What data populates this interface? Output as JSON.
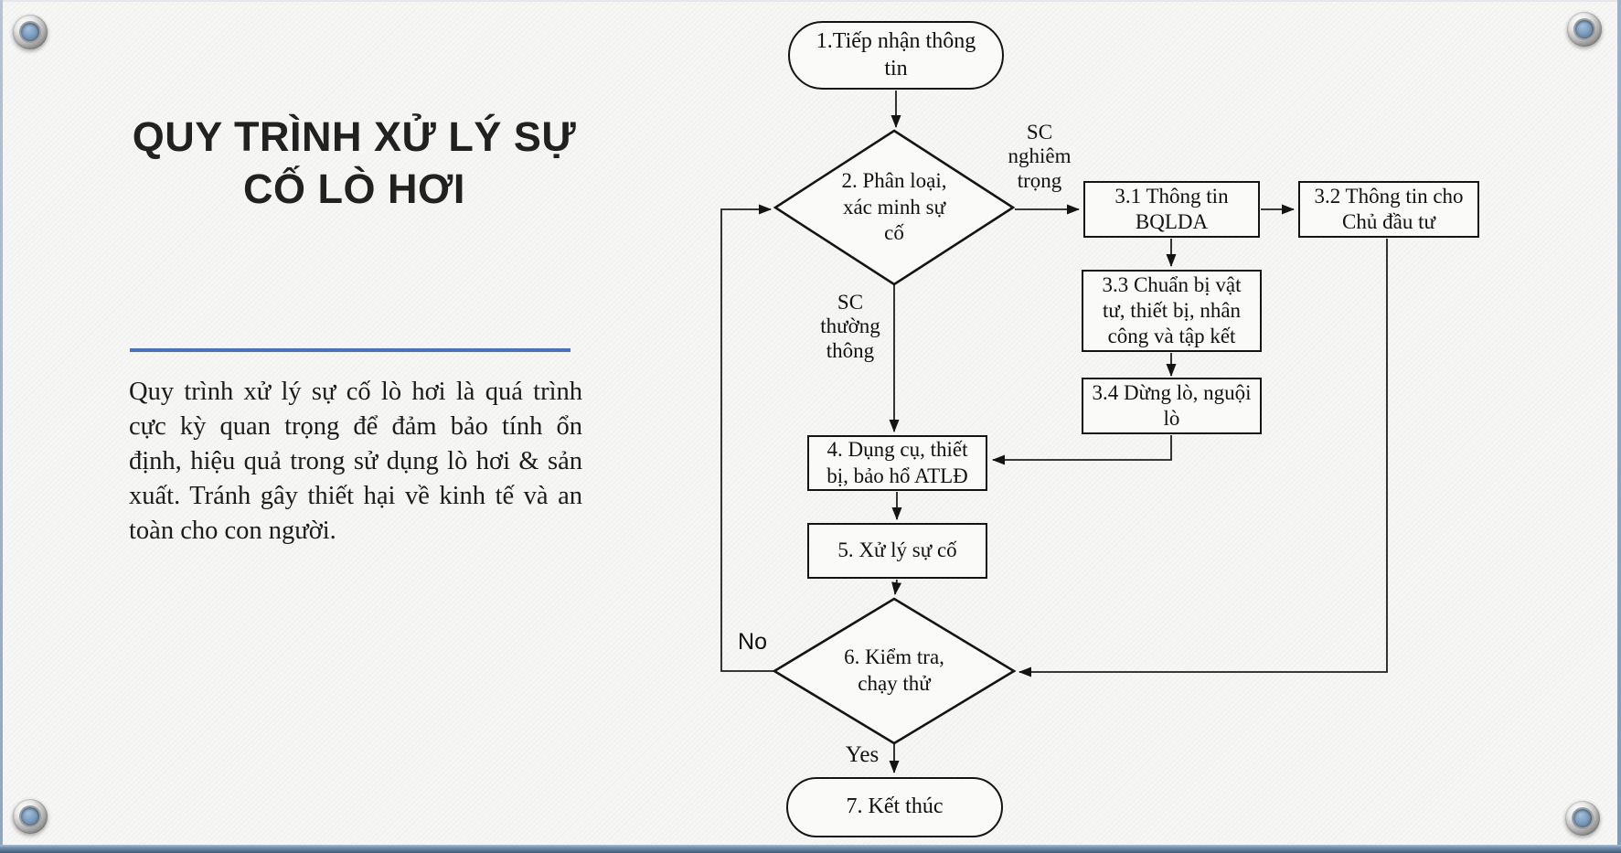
{
  "slide": {
    "title": "QUY TRÌNH XỬ LÝ SỰ CỐ LÒ HƠI",
    "paragraph": "Quy trình xử lý sự cố lò hơi là quá trình cực kỳ quan trọng để đảm bảo  tính ổn định, hiệu quả trong sử dụng lò hơi  & sản xuất. Tránh gây thiết hại về kinh tế  và an toàn cho con người.",
    "accent_color": "#4472c4",
    "bottom_bar_color": "#54708c"
  },
  "flowchart": {
    "nodes": {
      "n1": {
        "type": "terminator",
        "label": "1.Tiếp nhận thông tin"
      },
      "n2": {
        "type": "decision",
        "label": "2. Phân loại, xác minh sự cố"
      },
      "n31": {
        "type": "process",
        "label": "3.1 Thông tin BQLDA"
      },
      "n32": {
        "type": "process",
        "label": "3.2 Thông tin cho Chủ đầu tư"
      },
      "n33": {
        "type": "process",
        "label": "3.3 Chuẩn bị vật tư, thiết bị, nhân công và tập kết"
      },
      "n34": {
        "type": "process",
        "label": "3.4 Dừng lò, nguội lò"
      },
      "n4": {
        "type": "process",
        "label": "4. Dụng cụ, thiết bị, bảo hổ ATLĐ"
      },
      "n5": {
        "type": "process",
        "label": "5. Xử lý sự cố"
      },
      "n6": {
        "type": "decision",
        "label": "6. Kiểm tra, chạy thử"
      },
      "n7": {
        "type": "terminator",
        "label": "7. Kết thúc"
      }
    },
    "edge_labels": {
      "serious": "SC nghiêm trọng",
      "normal": "SC thường thông",
      "no": "No",
      "yes": "Yes"
    }
  }
}
